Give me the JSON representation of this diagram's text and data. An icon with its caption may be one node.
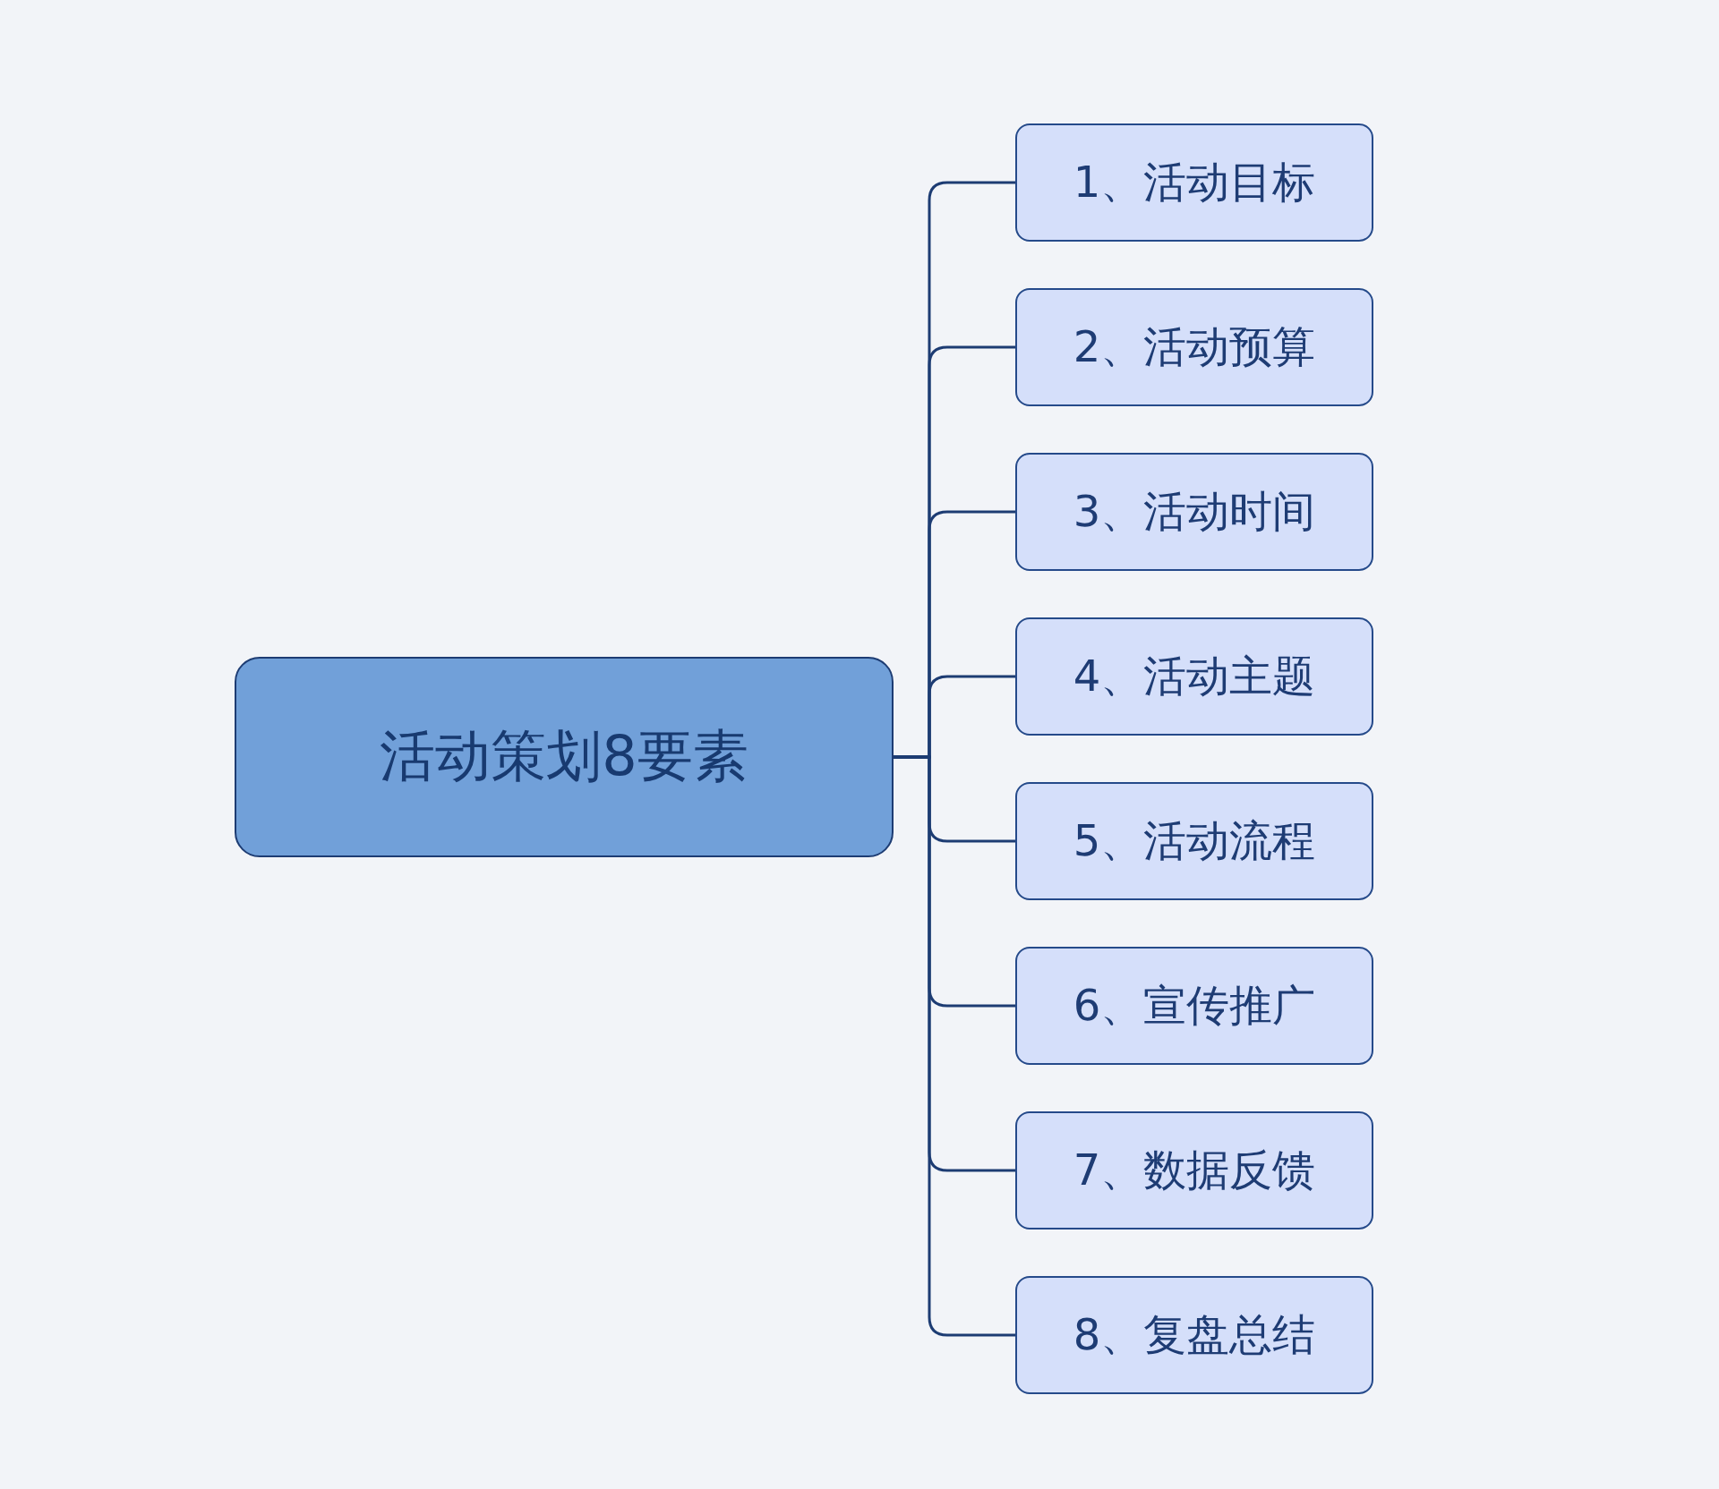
{
  "diagram": {
    "nodes": [
      {
        "text": [
          "活动策划8要素"
        ]
      },
      {
        "text": [
          "1、活动目标"
        ]
      },
      {
        "text": [
          "2、活动预算"
        ]
      },
      {
        "text": [
          "3、活动时间"
        ]
      },
      {
        "text": [
          "4、活动主题"
        ]
      },
      {
        "text": [
          "5、活动流程"
        ]
      },
      {
        "text": [
          "6、宣传推广"
        ]
      },
      {
        "text": [
          "7、数据反馈"
        ]
      },
      {
        "text": [
          "8、复盘总结"
        ]
      }
    ],
    "edges": [
      {
        "from": 0,
        "to": 1,
        "arrow": "none"
      },
      {
        "from": 0,
        "to": 2,
        "arrow": "none"
      },
      {
        "from": 0,
        "to": 3,
        "arrow": "none"
      },
      {
        "from": 0,
        "to": 4,
        "arrow": "none"
      },
      {
        "from": 0,
        "to": 5,
        "arrow": "none"
      },
      {
        "from": 0,
        "to": 6,
        "arrow": "none"
      },
      {
        "from": 0,
        "to": 7,
        "arrow": "none"
      },
      {
        "from": 0,
        "to": 8,
        "arrow": "none"
      }
    ]
  }
}
